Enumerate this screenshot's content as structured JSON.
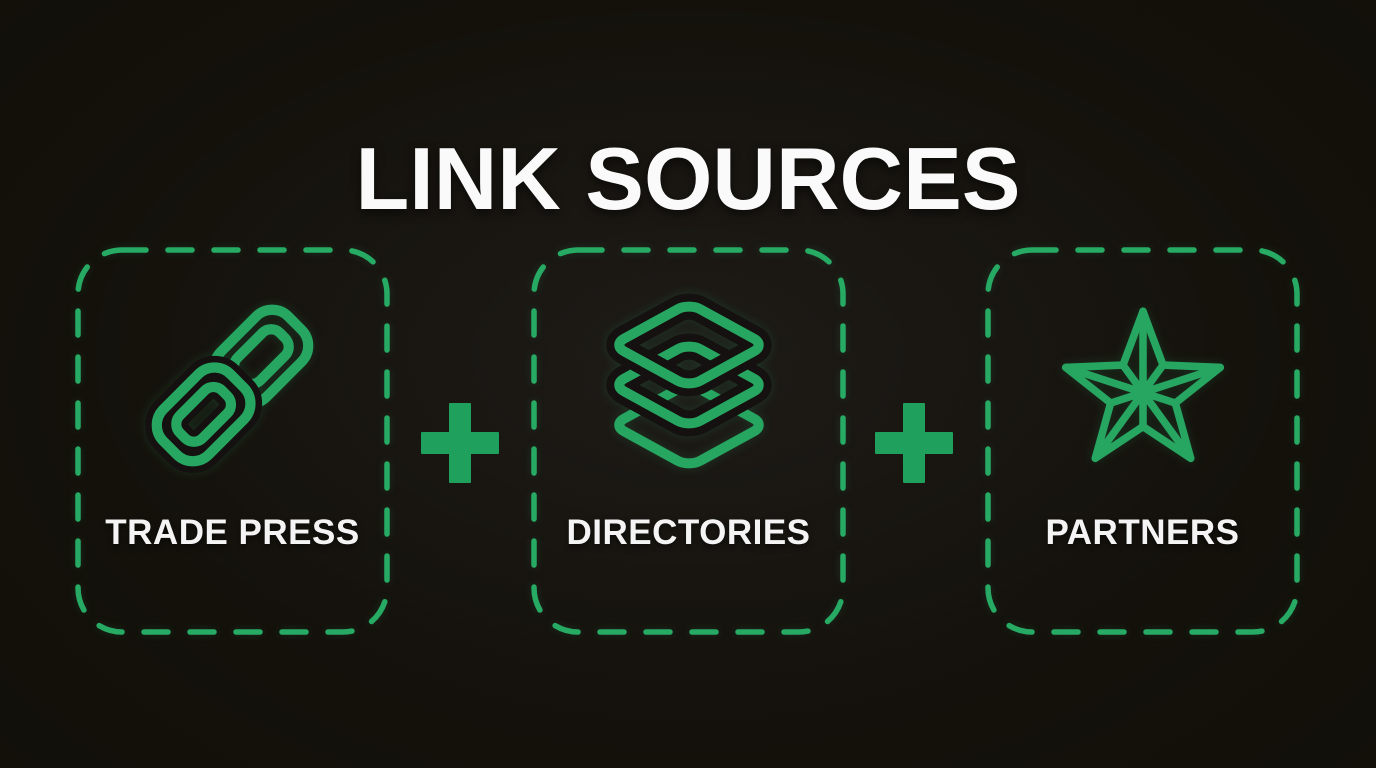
{
  "title": "LINK SOURCES",
  "cards": [
    {
      "label": "TRADE PRESS",
      "icon": "link-icon"
    },
    {
      "label": "DIRECTORIES",
      "icon": "layers-icon"
    },
    {
      "label": "PARTNERS",
      "icon": "star-icon"
    }
  ],
  "separators": [
    {
      "icon": "plus-icon",
      "symbol": "+"
    },
    {
      "icon": "plus-icon",
      "symbol": "+"
    }
  ],
  "colors": {
    "background": "#131110",
    "halo": "#141110",
    "card_border": "#27aa64",
    "icon_stroke": "#26a661",
    "plus": "#1fa05c",
    "title_text": "#fafafa",
    "label_text": "#f4f4f4"
  }
}
